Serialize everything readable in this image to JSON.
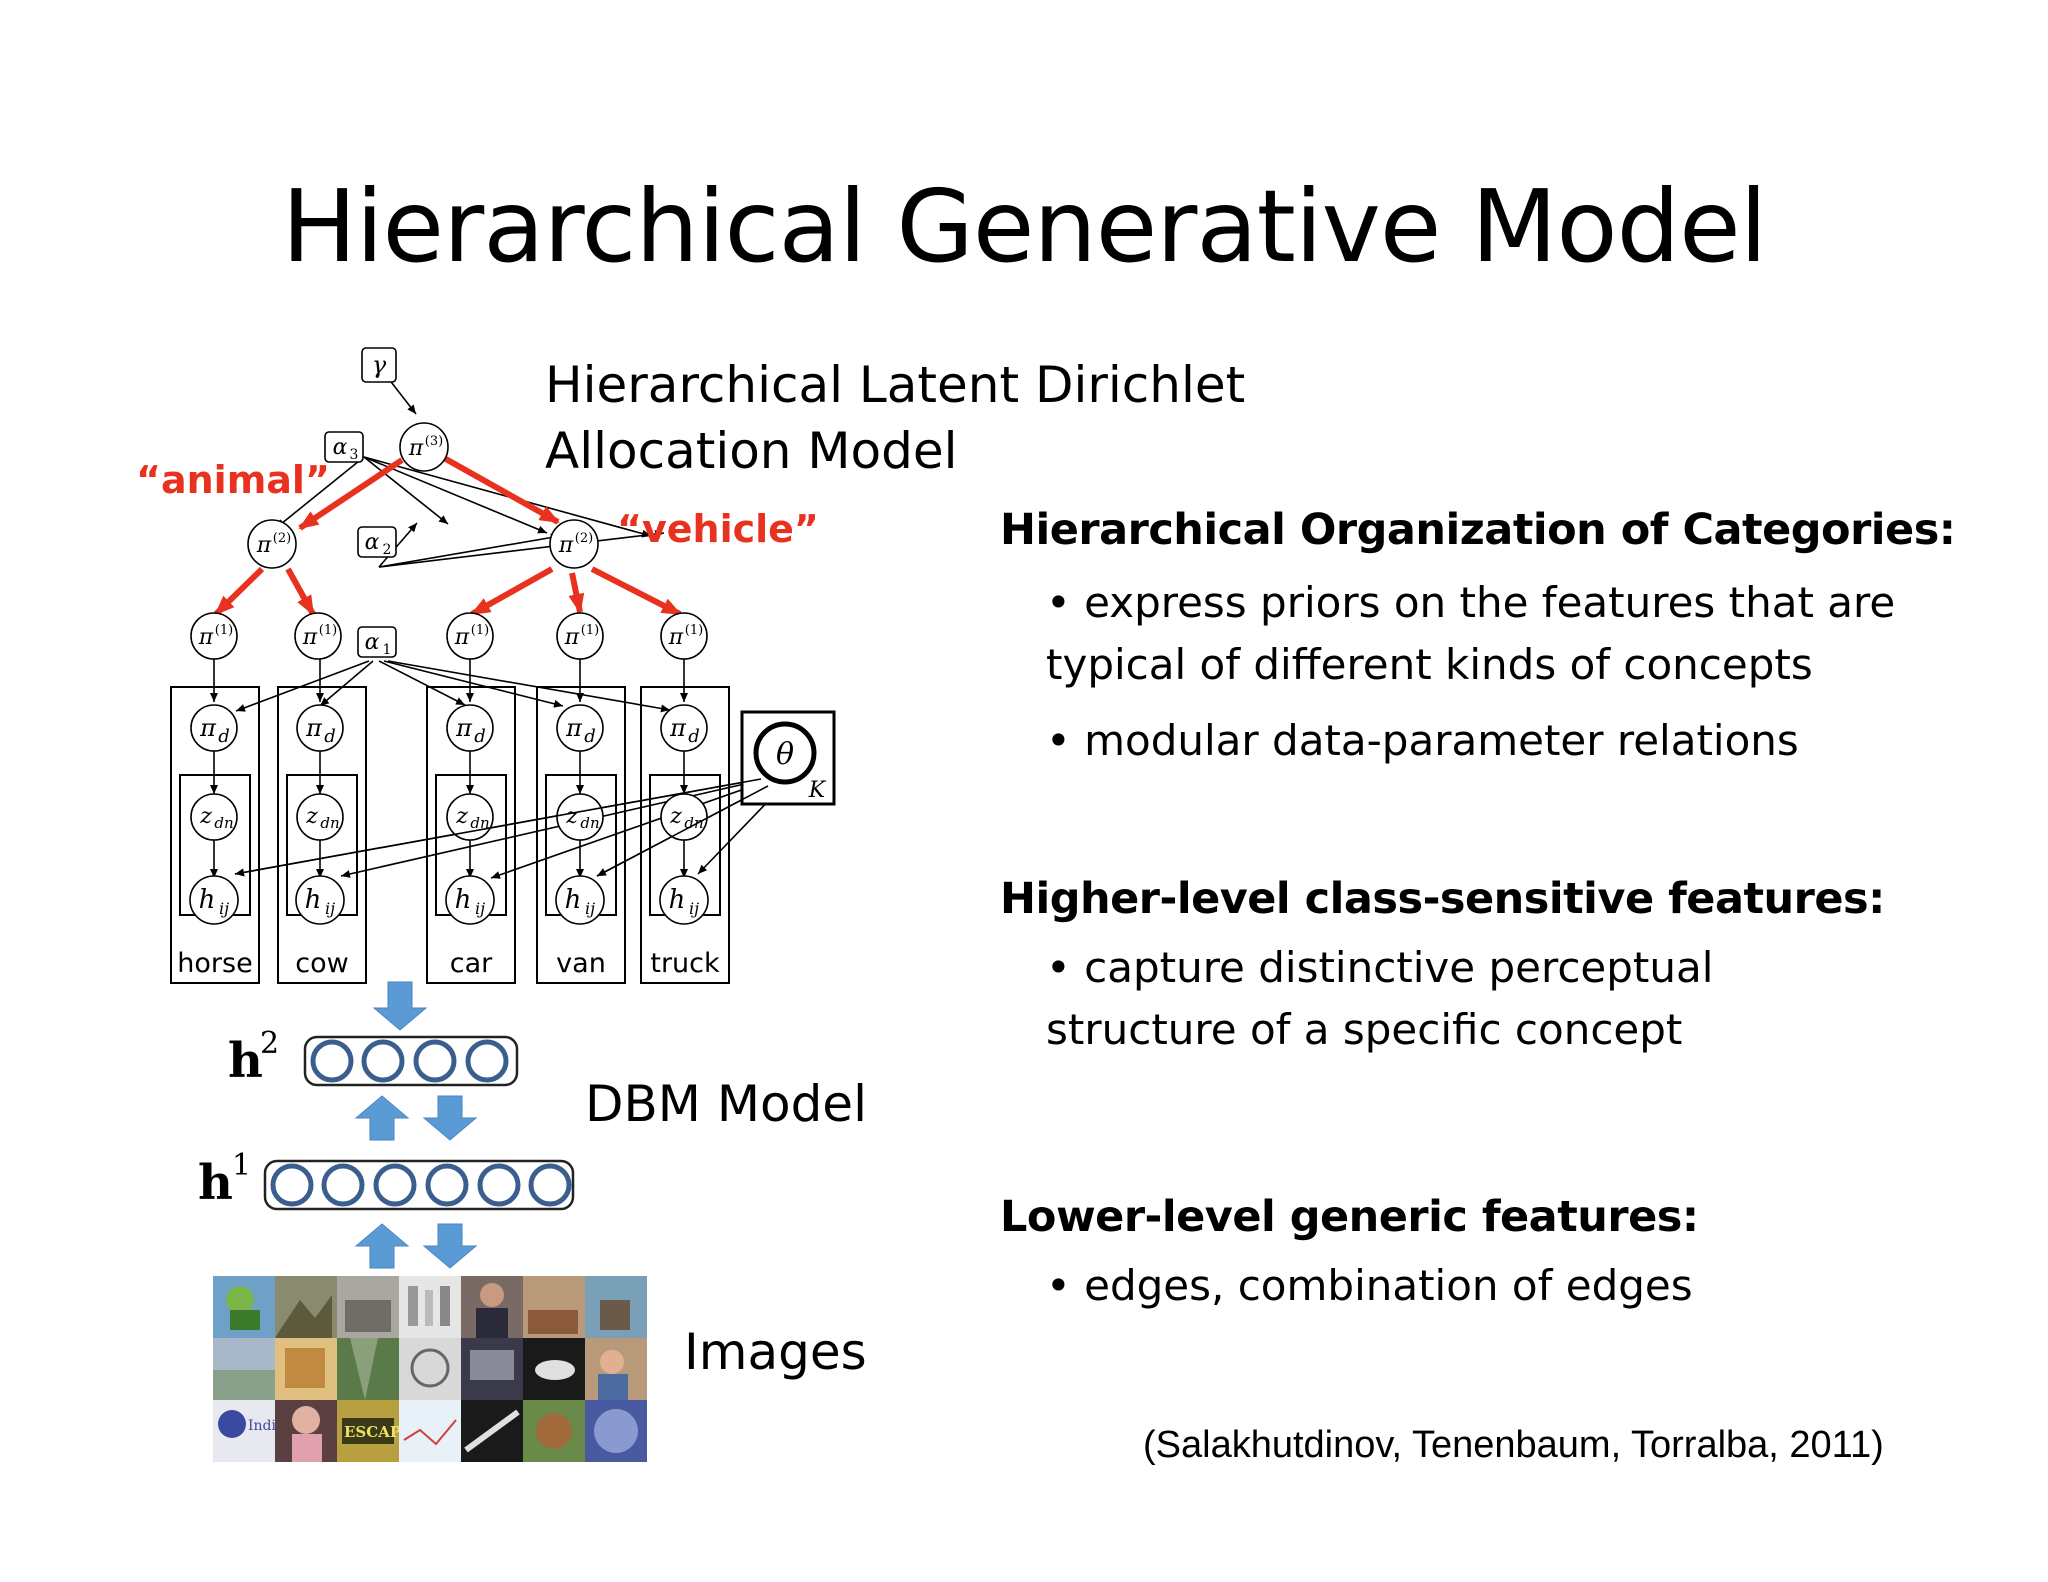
{
  "title": "Hierarchical Generative Model",
  "hlda": {
    "label_line1": "Hierarchical Latent Dirichlet",
    "label_line2": "Allocation Model",
    "animal_label": "“animal”",
    "vehicle_label": "“vehicle”",
    "nodes": {
      "gamma": "γ",
      "alpha3": "α",
      "alpha3_sub": "3",
      "alpha2": "α",
      "alpha2_sub": "2",
      "alpha1": "α",
      "alpha1_sub": "1",
      "pi": "π",
      "sup3": "(3)",
      "sup2": "(2)",
      "sup1": "(1)",
      "pi_d_sub": "d",
      "z": "z",
      "z_sub": "dn",
      "h": "h",
      "h_sub": "ij",
      "theta": "θ",
      "K": "K"
    },
    "categories": [
      "horse",
      "cow",
      "car",
      "van",
      "truck"
    ],
    "highlight_color": "#e8311f"
  },
  "dbm": {
    "label": "DBM Model",
    "h2": "h",
    "h2_sup": "2",
    "h1": "h",
    "h1_sup": "1",
    "arrow_color": "#5b9bd5",
    "unit_color": "#3a5f8f"
  },
  "images_label": "Images",
  "sections": [
    {
      "heading": "Hierarchical Organization of Categories:",
      "bullets": [
        [
          "• express priors on the features that are",
          "typical of different kinds of concepts"
        ],
        [
          "• modular data-parameter relations"
        ]
      ]
    },
    {
      "heading": "Higher-level class-sensitive features:",
      "bullets": [
        [
          "• capture distinctive perceptual",
          "structure of a specific concept"
        ]
      ]
    },
    {
      "heading": "Lower-level generic features:",
      "bullets": [
        [
          "• edges, combination of edges"
        ]
      ]
    }
  ],
  "citation": "(Salakhutdinov, Tenenbaum, Torralba, 2011)"
}
